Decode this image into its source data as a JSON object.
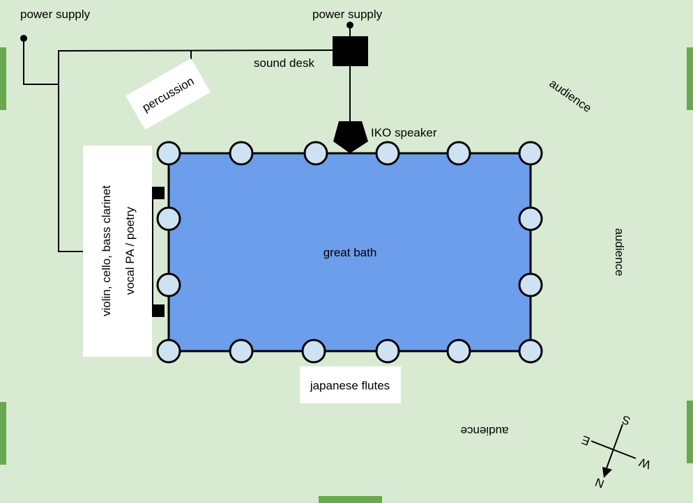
{
  "colors": {
    "background": "#d9ead3",
    "edge_markers": "#6aa84f",
    "bath_fill": "#6d9eeb",
    "column_fill": "#cfe2f3",
    "label_box": "#ffffff",
    "lines": "#000000"
  },
  "labels": {
    "power_supply_left": "power supply",
    "power_supply_top": "power supply",
    "sound_desk": "sound desk",
    "percussion": "percussion",
    "iko_speaker": "IKO speaker",
    "great_bath": "great bath",
    "strings": "violin, cello, bass clarinet",
    "vocal": "vocal PA / poetry",
    "japanese_flutes": "japanese flutes",
    "audience_ne": "audience",
    "audience_east": "audience",
    "audience_south": "audience"
  },
  "compass": {
    "north": "N",
    "south": "S",
    "east": "E",
    "west": "W"
  }
}
